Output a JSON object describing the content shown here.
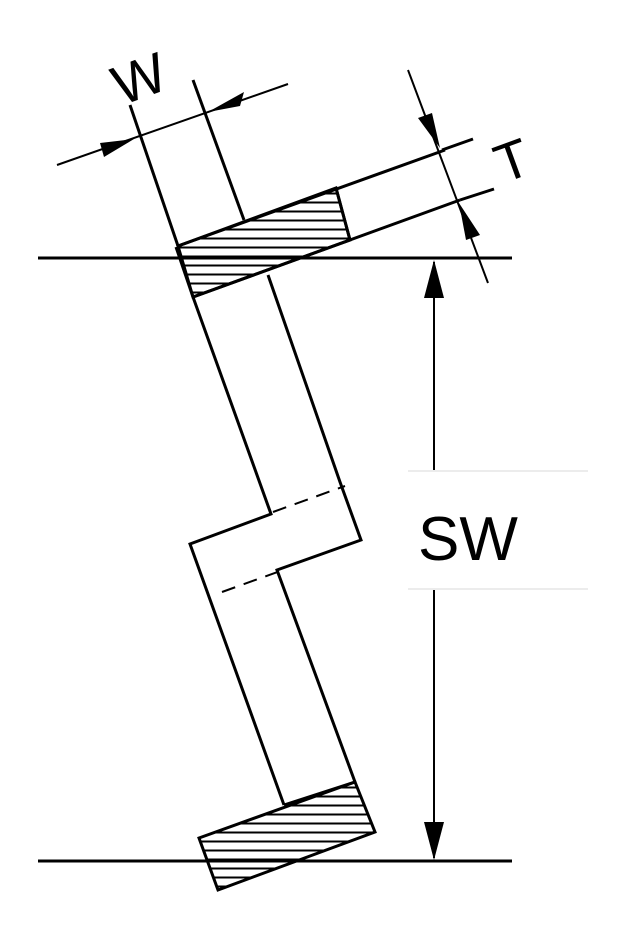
{
  "labels": {
    "width": "W",
    "thickness": "T",
    "stroke_width": "SW"
  },
  "colors": {
    "ink": "#000000",
    "background": "#ffffff"
  }
}
